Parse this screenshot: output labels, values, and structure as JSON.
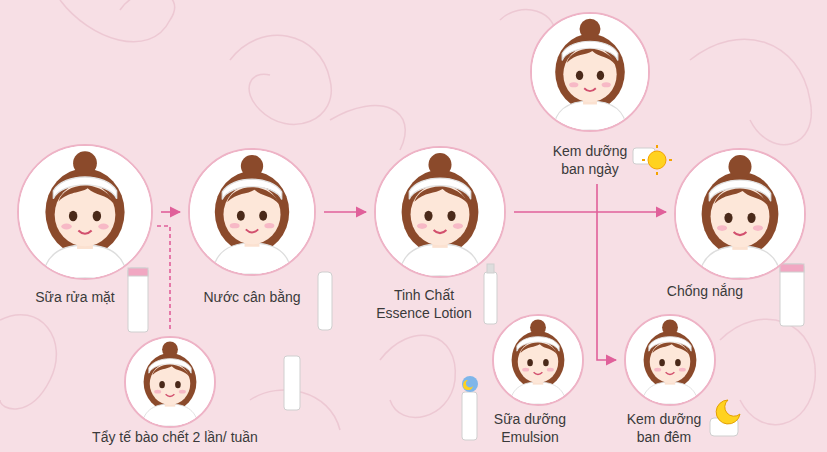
{
  "diagram": {
    "nodes": [
      {
        "text": [
          "Sữa rửa mặt"
        ]
      },
      {
        "text": [
          "Nước cân bằng"
        ]
      },
      {
        "text": [
          "Tinh Chất Essence Lotion"
        ]
      },
      {
        "text": [
          "Kem dưỡng ban ngày"
        ]
      },
      {
        "text": [
          "Chống nắng"
        ]
      },
      {
        "text": [
          "Tẩy tế bào chết 2 lần/ tuần"
        ]
      },
      {
        "text": [
          "Sữa dưỡng Emulsion"
        ]
      },
      {
        "text": [
          "Kem dưỡng ban đêm"
        ]
      }
    ],
    "edges": [
      {
        "from": 0,
        "to": 1,
        "arrow": "to"
      },
      {
        "from": 0,
        "to": 5,
        "arrow": "none"
      },
      {
        "from": 1,
        "to": 2,
        "arrow": "to"
      },
      {
        "from": 2,
        "to": 4,
        "arrow": "to"
      },
      {
        "from": 3,
        "to": 7,
        "arrow": "to"
      }
    ]
  }
}
